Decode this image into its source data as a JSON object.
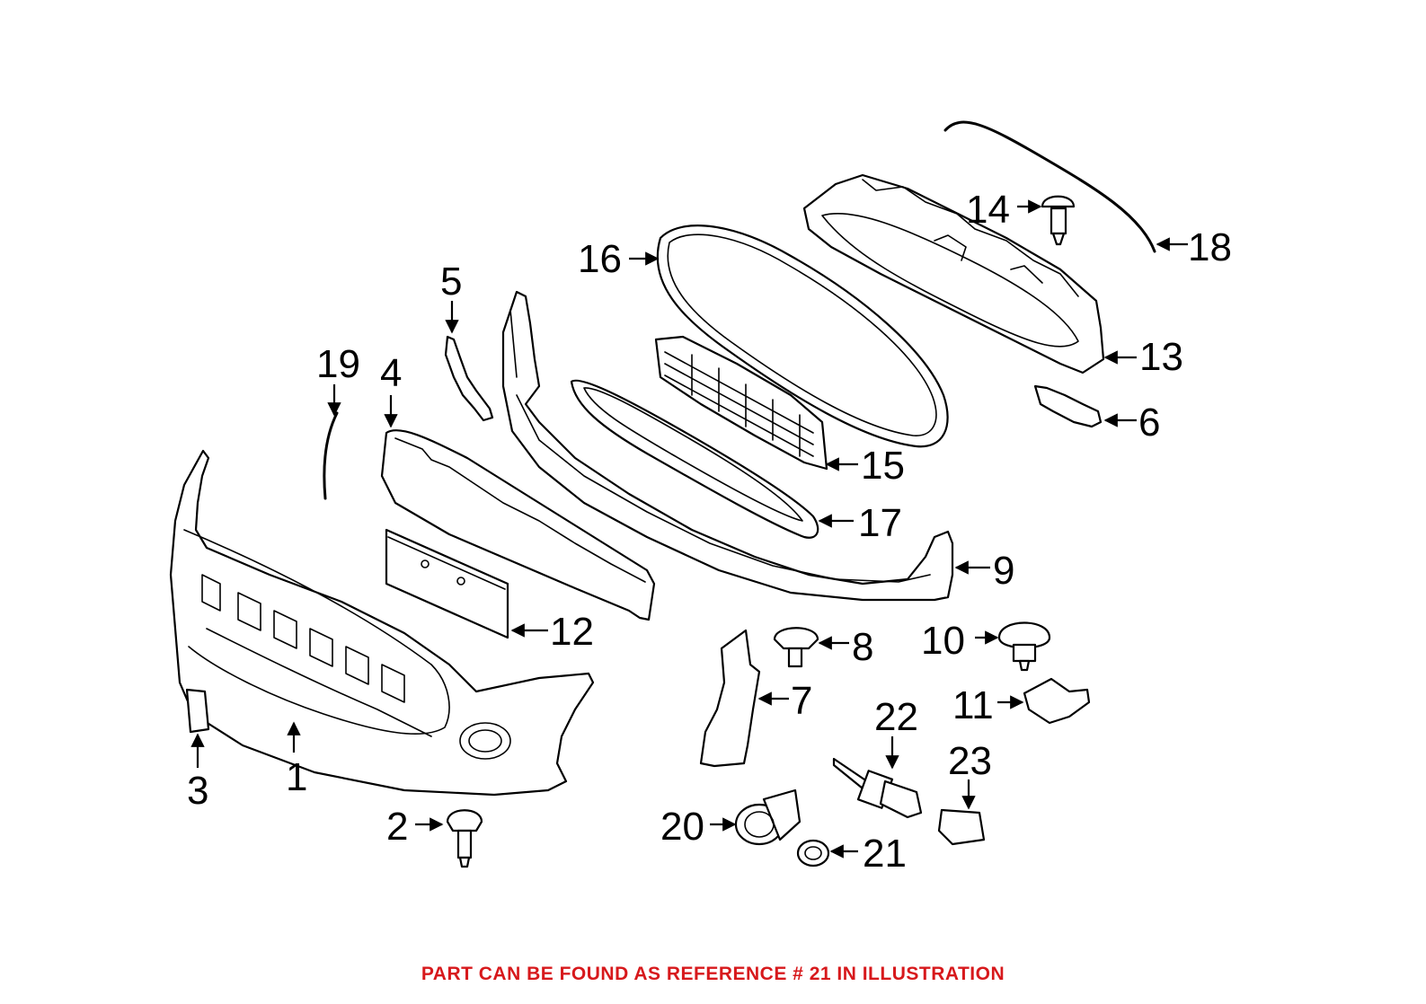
{
  "colors": {
    "line": "#000000",
    "note": "#d7191c",
    "background": "#ffffff"
  },
  "footer_note": "PART CAN BE FOUND AS REFERENCE # 21 IN ILLUSTRATION",
  "callouts": {
    "c1": "1",
    "c2": "2",
    "c3": "3",
    "c4": "4",
    "c5": "5",
    "c6": "6",
    "c7": "7",
    "c8": "8",
    "c9": "9",
    "c10": "10",
    "c11": "11",
    "c12": "12",
    "c13": "13",
    "c14": "14",
    "c15": "15",
    "c16": "16",
    "c17": "17",
    "c18": "18",
    "c19": "19",
    "c20": "20",
    "c21": "21",
    "c22": "22",
    "c23": "23"
  }
}
